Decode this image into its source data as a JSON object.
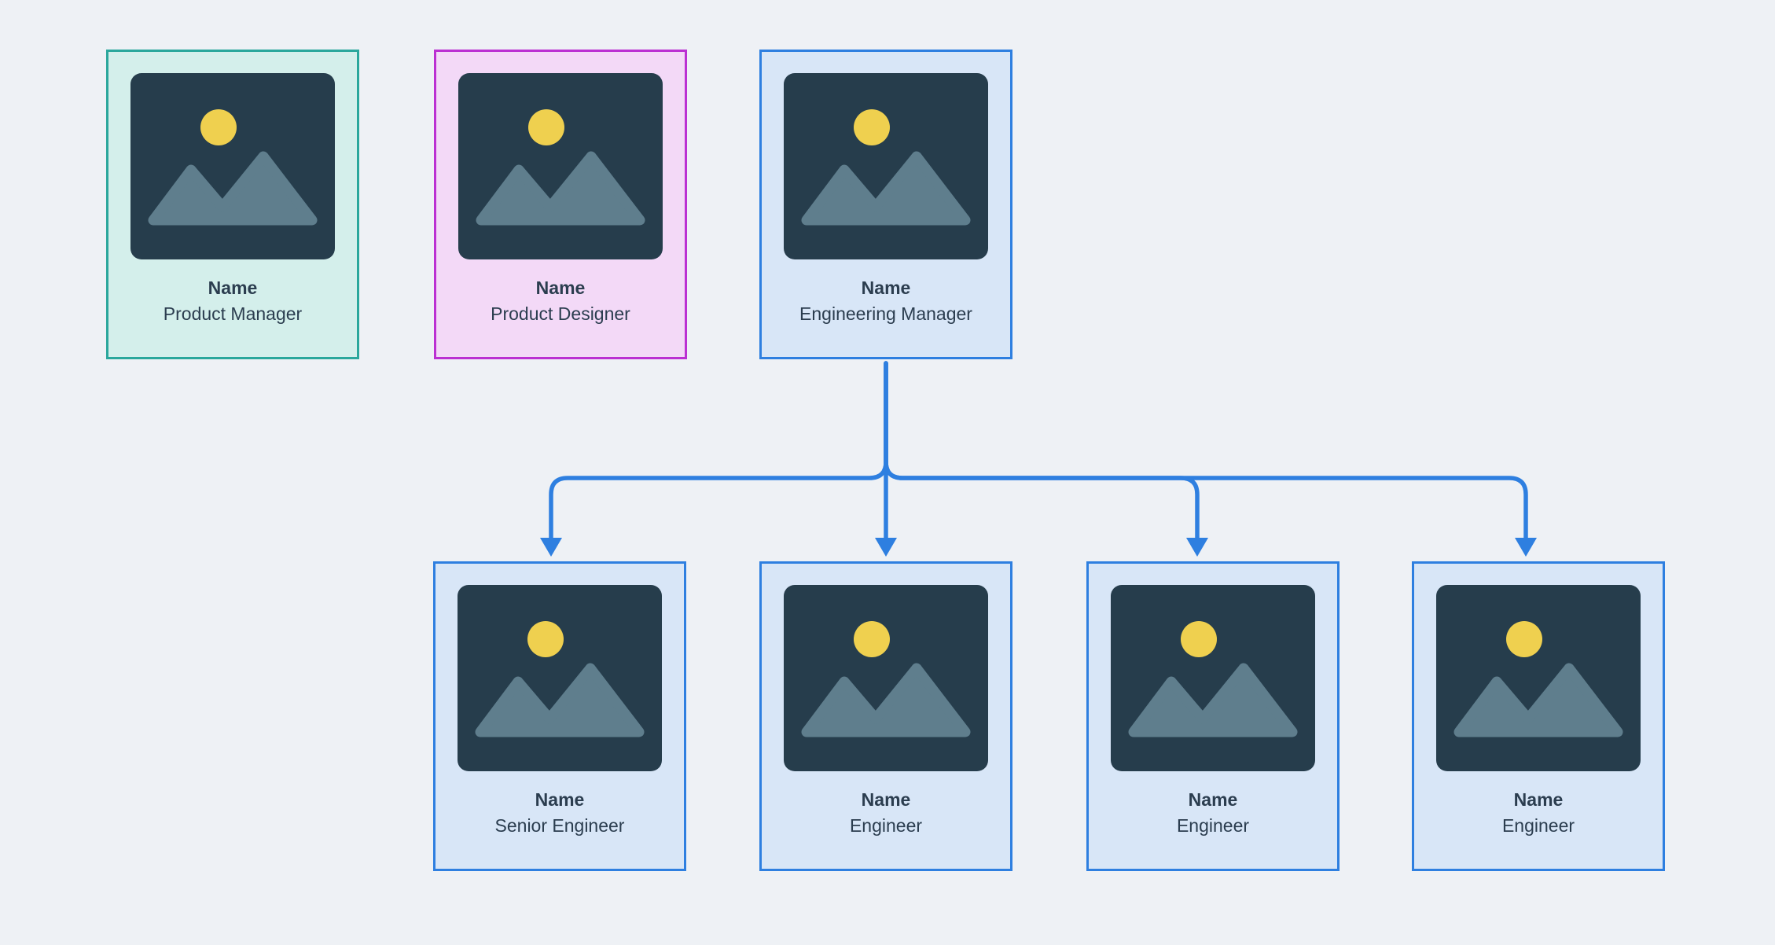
{
  "diagram": {
    "type": "org-chart",
    "background_color": "#eef1f5",
    "connector_color": "#2e7fe0",
    "text_color": "#2b3d4f",
    "themes": {
      "teal": {
        "border": "#2aa79c",
        "background": "#d4efeb"
      },
      "pink": {
        "border": "#bb30d2",
        "background": "#f3d9f7"
      },
      "blue": {
        "border": "#2e7fe0",
        "background": "#d8e6f7"
      }
    },
    "placeholder_icon": {
      "icon": "image-placeholder-icon",
      "background": "#263d4c",
      "sun_color": "#efd04f",
      "mountain_color": "#5f7e8d"
    },
    "nodes": [
      {
        "id": "product-manager",
        "name": "Name",
        "role": "Product Manager",
        "theme": "teal",
        "row": "top"
      },
      {
        "id": "product-designer",
        "name": "Name",
        "role": "Product Designer",
        "theme": "pink",
        "row": "top"
      },
      {
        "id": "engineering-manager",
        "name": "Name",
        "role": "Engineering Manager",
        "theme": "blue",
        "row": "top"
      },
      {
        "id": "senior-engineer",
        "name": "Name",
        "role": "Senior Engineer",
        "theme": "blue",
        "row": "bottom"
      },
      {
        "id": "engineer-1",
        "name": "Name",
        "role": "Engineer",
        "theme": "blue",
        "row": "bottom"
      },
      {
        "id": "engineer-2",
        "name": "Name",
        "role": "Engineer",
        "theme": "blue",
        "row": "bottom"
      },
      {
        "id": "engineer-3",
        "name": "Name",
        "role": "Engineer",
        "theme": "blue",
        "row": "bottom"
      }
    ],
    "edges": [
      {
        "from": "engineering-manager",
        "to": "senior-engineer"
      },
      {
        "from": "engineering-manager",
        "to": "engineer-1"
      },
      {
        "from": "engineering-manager",
        "to": "engineer-2"
      },
      {
        "from": "engineering-manager",
        "to": "engineer-3"
      }
    ]
  }
}
